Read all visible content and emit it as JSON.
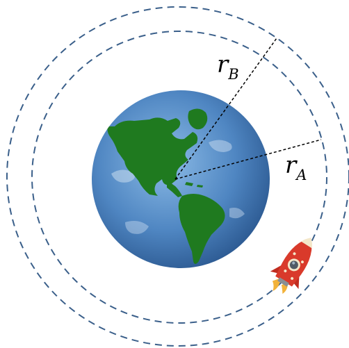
{
  "labels": {
    "r_a": {
      "main": "r",
      "sub": "A"
    },
    "r_b": {
      "main": "r",
      "sub": "B"
    }
  },
  "colors": {
    "orbit_dash": "#3a5f8a",
    "radius_line": "#000000",
    "ocean_light": "#6fa6d8",
    "ocean_dark": "#2f5d94",
    "land": "#1f7a1f",
    "cloud": "#c9dcef",
    "rocket_body": "#d93a2b",
    "rocket_trim": "#f3e7c9",
    "rocket_window": "#4f5b66"
  },
  "icons": [
    "earth-globe-icon",
    "rocket-icon"
  ]
}
